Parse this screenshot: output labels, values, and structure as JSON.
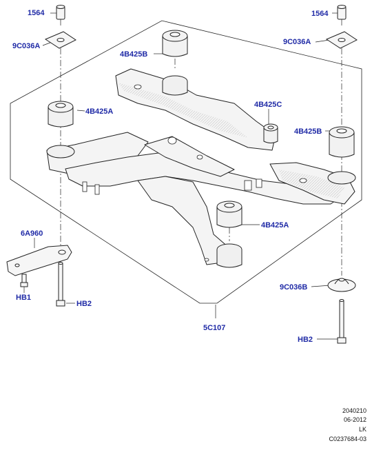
{
  "labels": {
    "washer_tl": "1564",
    "plate_tl": "9C036A",
    "bush_top_mid": "4B425B",
    "bush_left": "4B425A",
    "bush_right_c": "4B425C",
    "bush_right_b": "4B425B",
    "bracket": "6A960",
    "hb1": "HB1",
    "hb2_left": "HB2",
    "bush_center_a": "4B425A",
    "subframe": "5C107",
    "washer_tr": "1564",
    "plate_tr": "9C036A",
    "washer_br": "9C036B",
    "hb2_right": "HB2"
  },
  "footer": {
    "code": "2040210",
    "date": "06-2012",
    "initials": "LK",
    "ref": "C0237684-03"
  },
  "colors": {
    "label": "#1f2aa6",
    "line": "#222222",
    "fill": "#f4f4f4"
  }
}
